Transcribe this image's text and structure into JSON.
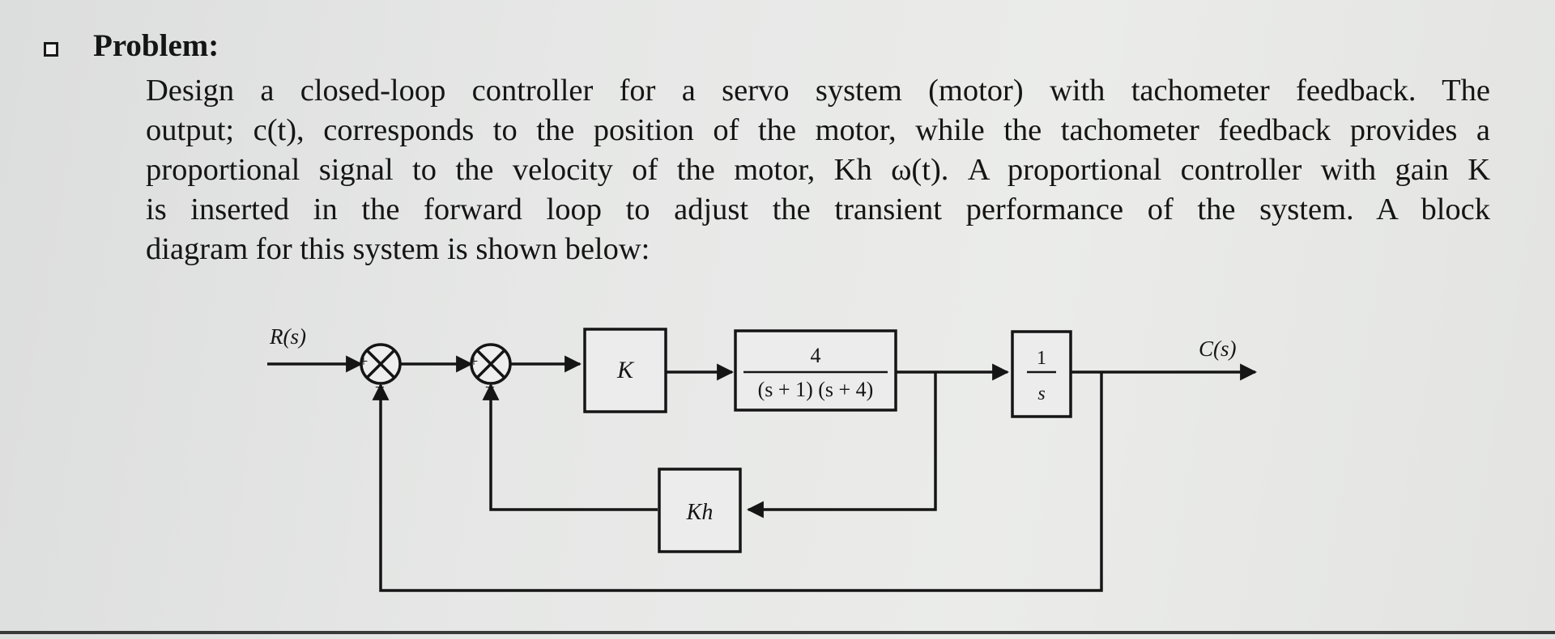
{
  "heading": "Problem:",
  "paragraph_lines": [
    "Design a closed-loop controller for a servo system (motor) with tachometer feedback. The",
    "output; c(t), corresponds to the position of the motor, while the tachometer feedback provides a",
    "proportional signal to the velocity of the motor, Kh ω(t). A proportional controller with gain K",
    "is inserted in the forward loop to adjust the transient performance of the system. A block",
    "diagram for this system is shown below:"
  ],
  "diagram": {
    "input_label": "R(s)",
    "output_label": "C(s)",
    "sum1": {
      "plus": "+",
      "minus": "−"
    },
    "sum2": {
      "plus": "+",
      "minus": "−"
    },
    "controller": "K",
    "plant": {
      "numerator": "4",
      "denominator": "(s + 1) (s + 4)"
    },
    "integrator": {
      "numerator": "1",
      "denominator": "s"
    },
    "tachometer": "Kh"
  }
}
